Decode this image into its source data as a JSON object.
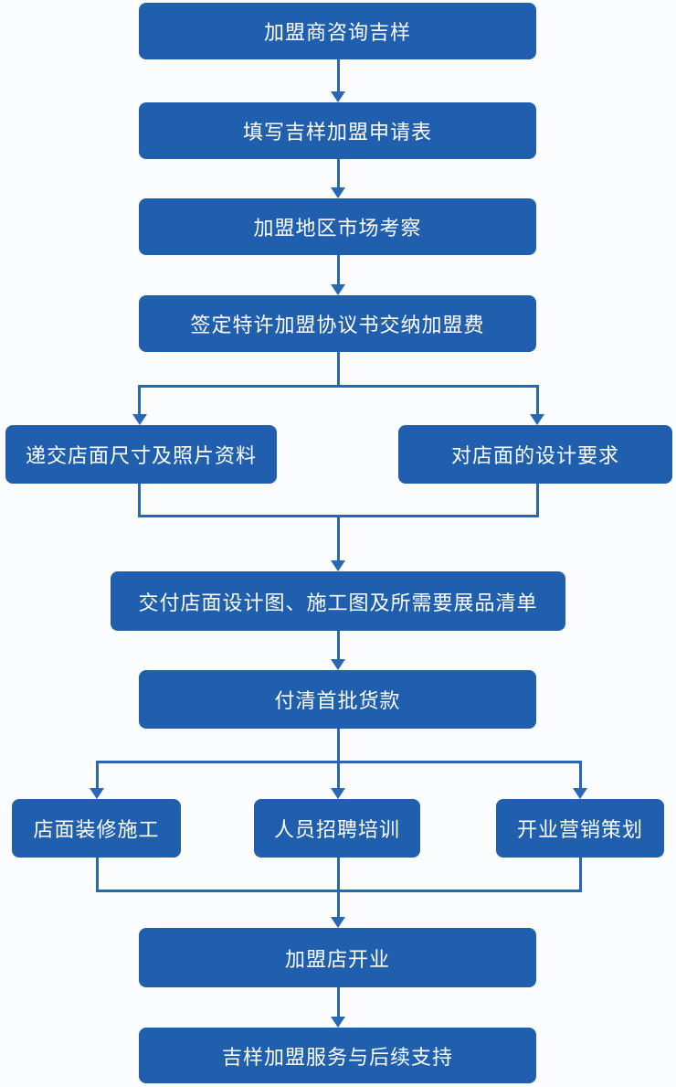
{
  "colors": {
    "background": "#fafcfe",
    "box_fill": "#1f5fae",
    "connector": "#2767b5",
    "box_text": "#ffffff"
  },
  "diagram": {
    "type": "flowchart",
    "nodes": [
      {
        "label": "加盟商咨询吉样"
      },
      {
        "label": "填写吉样加盟申请表"
      },
      {
        "label": "加盟地区市场考察"
      },
      {
        "label": "签定特许加盟协议书交纳加盟费"
      },
      {
        "label": "递交店面尺寸及照片资料"
      },
      {
        "label": "对店面的设计要求"
      },
      {
        "label": "交付店面设计图、施工图及所需要展品清单"
      },
      {
        "label": "付清首批货款"
      },
      {
        "label": "店面装修施工"
      },
      {
        "label": "人员招聘培训"
      },
      {
        "label": "开业营销策划"
      },
      {
        "label": "加盟店开业"
      },
      {
        "label": "吉样加盟服务与后续支持"
      }
    ]
  }
}
